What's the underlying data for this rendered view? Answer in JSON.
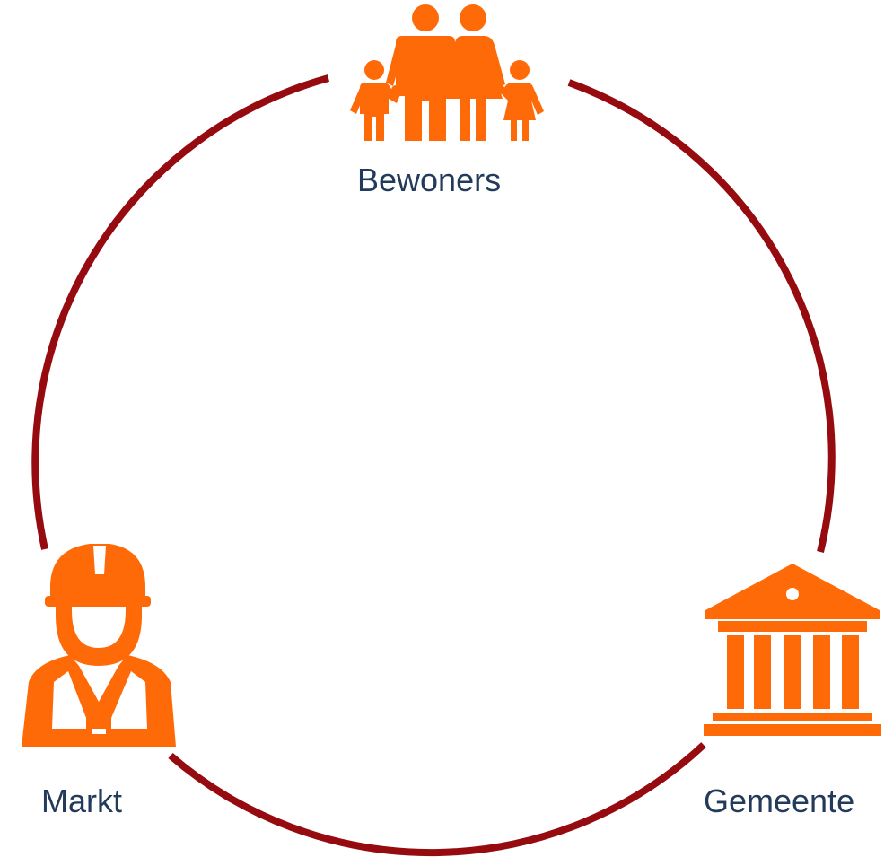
{
  "colors": {
    "ring": "#950b10",
    "icon": "#ff6a08",
    "label": "#233b5b"
  },
  "nodes": [
    {
      "id": "bewoners",
      "label": "Bewoners",
      "icon": "family-icon"
    },
    {
      "id": "markt",
      "label": "Markt",
      "icon": "construction-worker-icon"
    },
    {
      "id": "gemeente",
      "label": "Gemeente",
      "icon": "government-building-icon"
    }
  ]
}
